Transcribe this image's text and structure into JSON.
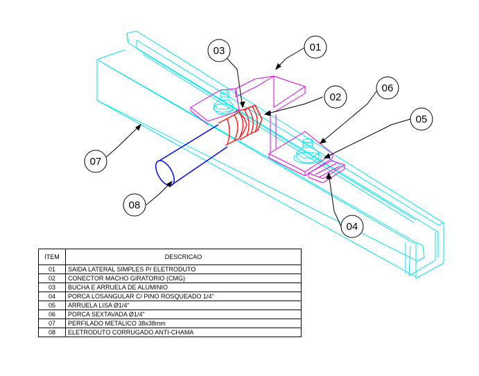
{
  "callouts": [
    {
      "label": "01"
    },
    {
      "label": "02"
    },
    {
      "label": "03"
    },
    {
      "label": "04"
    },
    {
      "label": "05"
    },
    {
      "label": "06"
    },
    {
      "label": "07"
    },
    {
      "label": "08"
    }
  ],
  "table": {
    "headers": {
      "item": "ITEM",
      "description": "DESCRICAO"
    },
    "rows": [
      {
        "item": "01",
        "description": "SAIDA LATERAL SIMPLES P/ ELETRODUTO"
      },
      {
        "item": "02",
        "description": "CONECTOR MACHO GIRATORIO (CMG)"
      },
      {
        "item": "03",
        "description": "BUCHA E ARRUELA DE ALUMINIO"
      },
      {
        "item": "04",
        "description": "PORCA LOSANGULAR C/ PINO ROSQUEADO 1/4\""
      },
      {
        "item": "05",
        "description": "ARRUELA LISA Ø1/4\""
      },
      {
        "item": "06",
        "description": "PORCA SEXTAVADA Ø1/4\""
      },
      {
        "item": "07",
        "description": "PERFILADO METALICO 38x38mm"
      },
      {
        "item": "08",
        "description": "ELETRODUTO CORRUGADO ANTI-CHAMA"
      }
    ]
  },
  "colors": {
    "channel": "#00e5ee",
    "bracket": "#e000e0",
    "connector": "#ff2020",
    "conduit": "#0000ff",
    "leader": "#000000"
  }
}
